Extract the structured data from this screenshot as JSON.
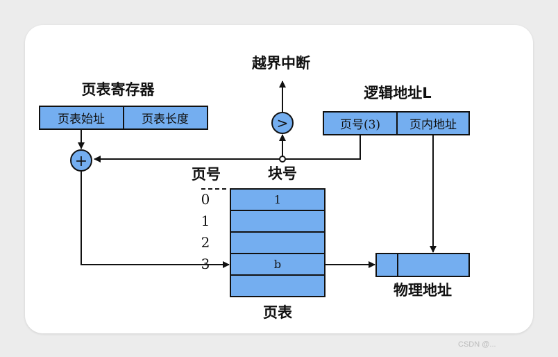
{
  "labels": {
    "page_table_register": "页表寄存器",
    "out_of_bounds_interrupt": "越界中断",
    "logical_address": "逻辑地址L",
    "block_number": "块号",
    "page_number_header": "页号",
    "page_table": "页表",
    "physical_address": "物理地址"
  },
  "register_cells": [
    "页表始址",
    "页表长度"
  ],
  "logical_cells": [
    "页号(3)",
    "页内地址"
  ],
  "comparator_symbol": ">",
  "adder_symbol": "+",
  "page_table_rows": [
    {
      "page_no": "0",
      "entry": "1"
    },
    {
      "page_no": "1",
      "entry": ""
    },
    {
      "page_no": "2",
      "entry": ""
    },
    {
      "page_no": "3",
      "entry": "b"
    },
    {
      "page_no": "",
      "entry": ""
    }
  ],
  "watermark": "CSDN @...",
  "colors": {
    "cell_fill": "#74aef0",
    "line": "#111111",
    "card": "#ffffff"
  }
}
